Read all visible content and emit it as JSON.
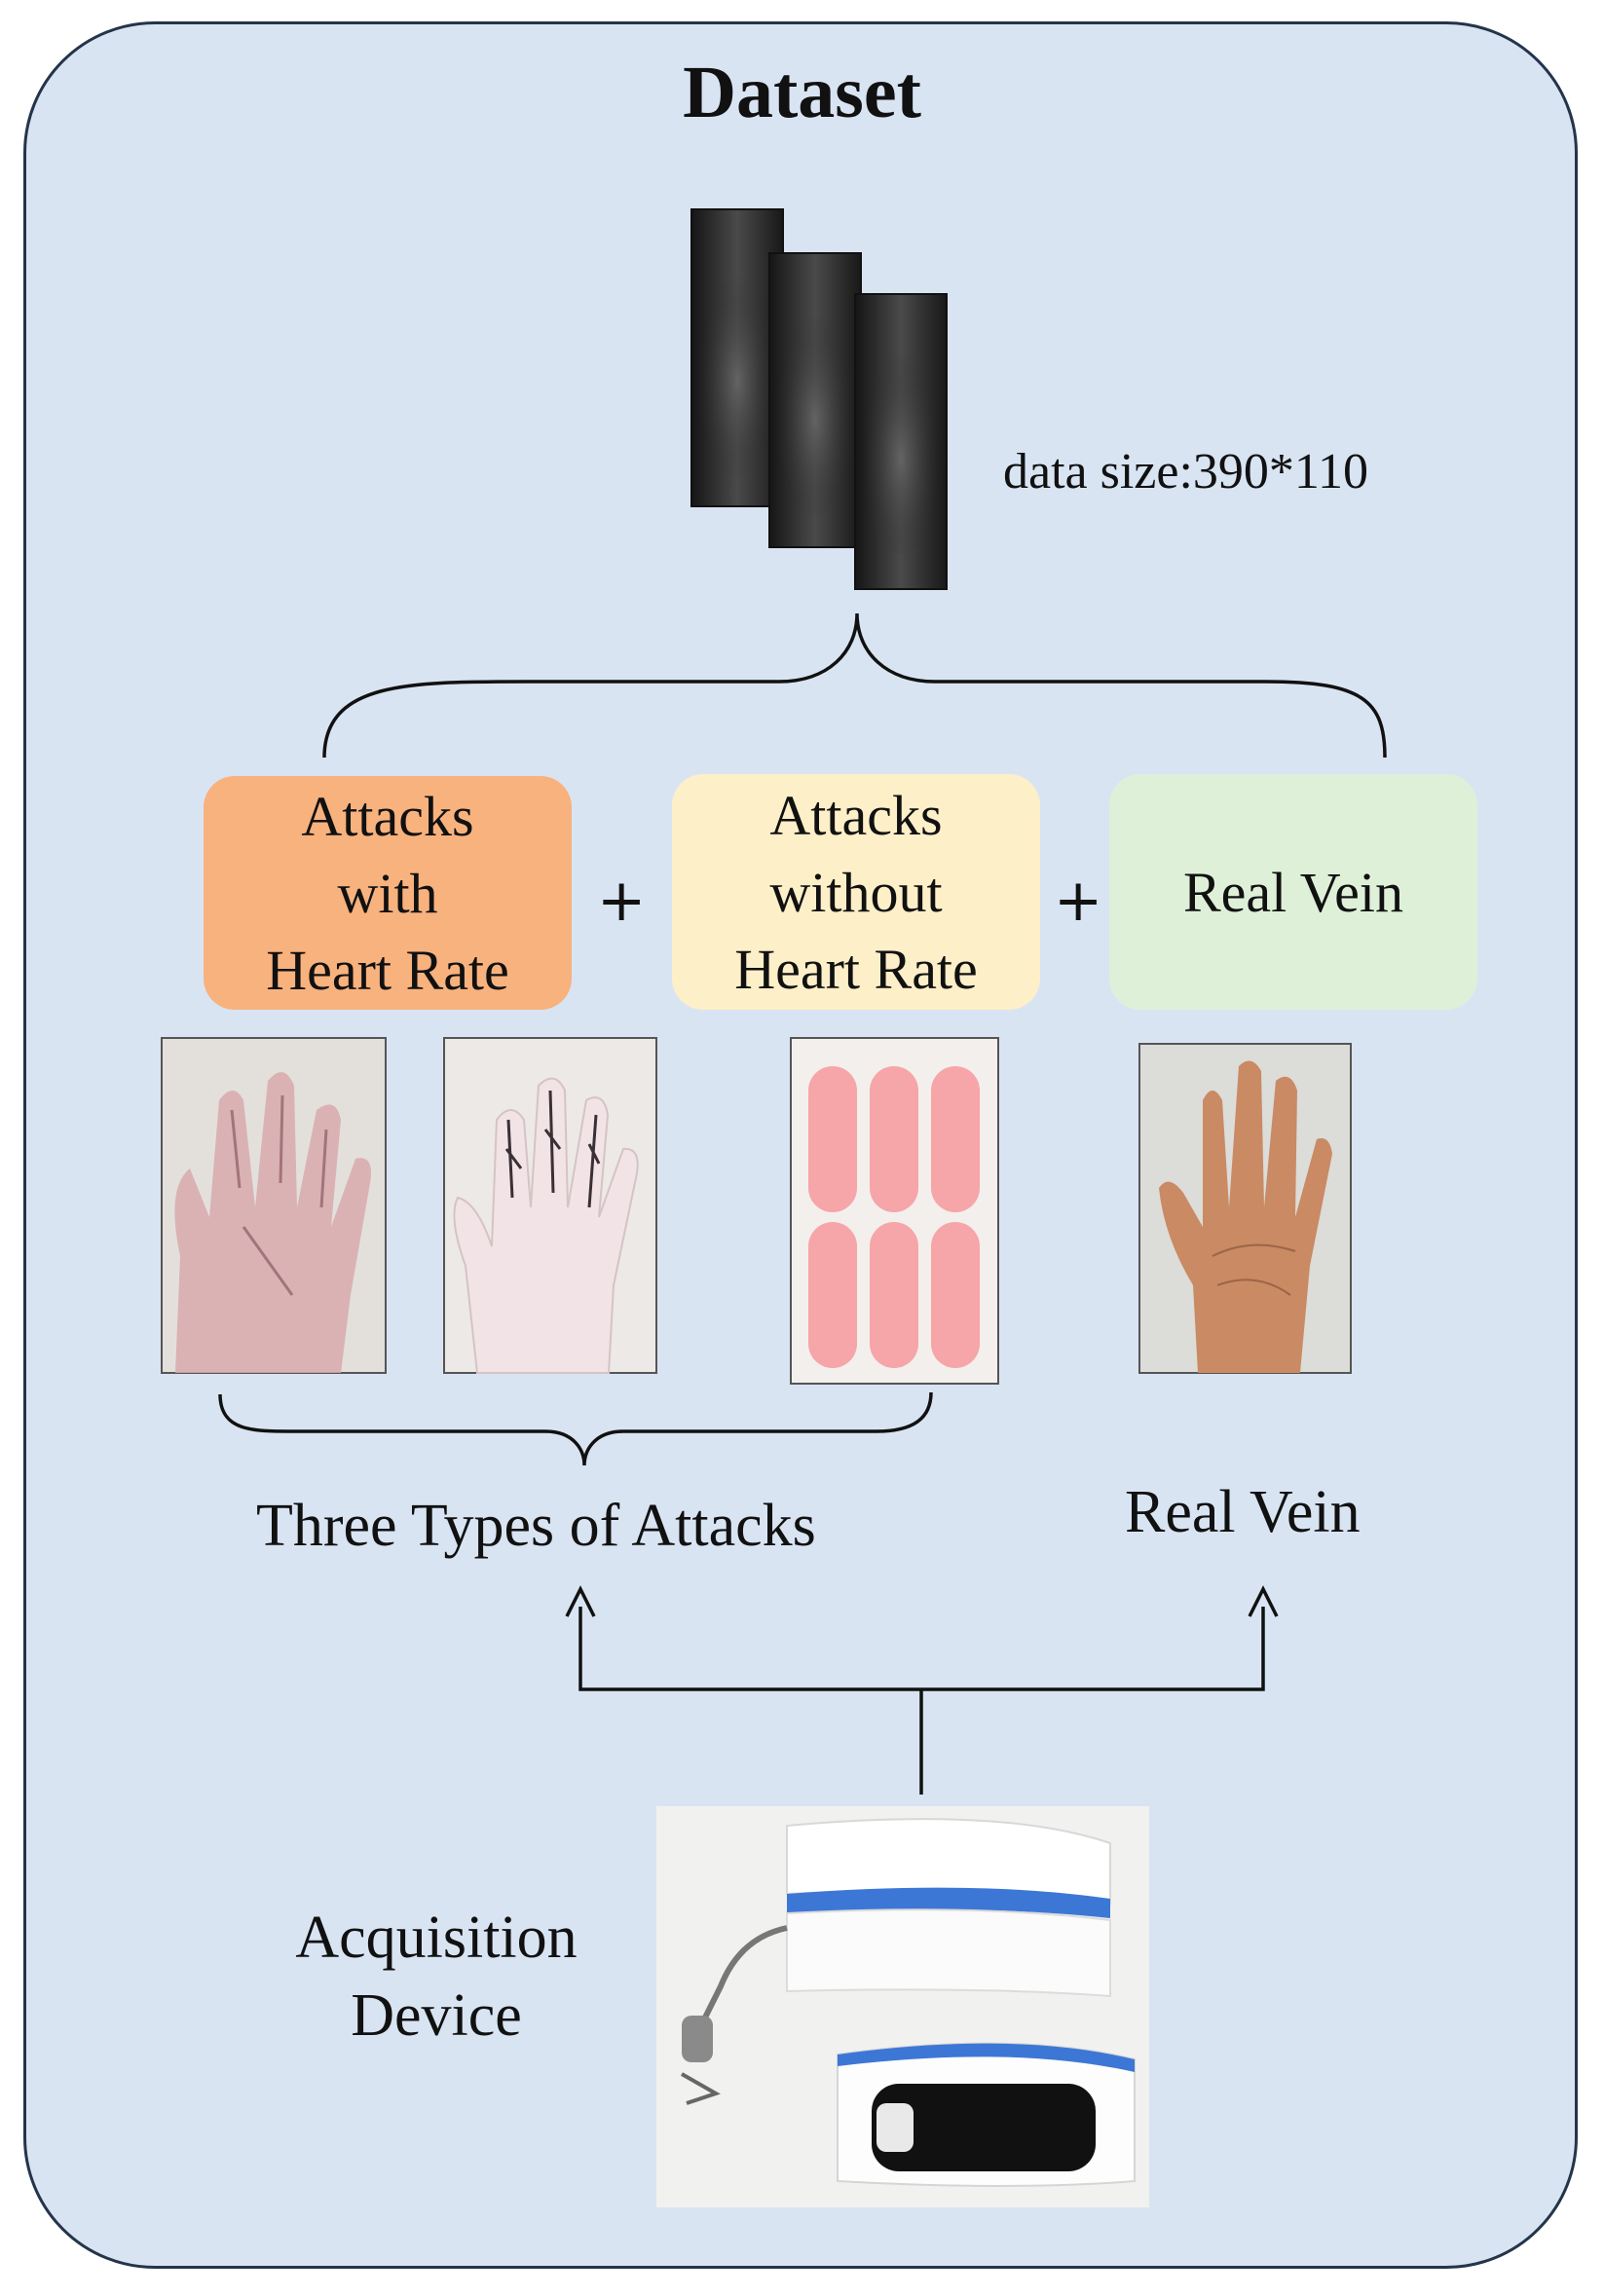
{
  "title": "Dataset",
  "data_size_text": "data size:390*110",
  "categories": {
    "attacks_with_hr": "Attacks\nwith\nHeart Rate",
    "attacks_without_hr": "Attacks\nwithout\nHeart Rate",
    "real_vein": "Real Vein"
  },
  "plus_symbol": "+",
  "group_labels": {
    "three_types": "Three Types of Attacks",
    "real_vein": "Real Vein"
  },
  "device_label": "Acquisition\nDevice",
  "colors": {
    "panel_bg": "#d9e4f3",
    "panel_border": "#24344a",
    "box_with_hr": "#f8b27e",
    "box_without_hr": "#fdefc8",
    "box_real": "#def1d8"
  }
}
